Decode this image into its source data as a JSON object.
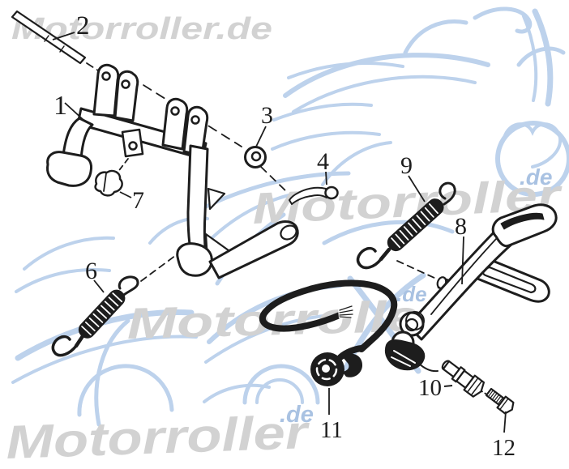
{
  "watermarks": {
    "top_full": "Motorroller.de",
    "brand": "Motorroller",
    "domain": ".de"
  },
  "colors": {
    "line": "#1d1d1d",
    "watermark_gray": "#d2d2d2",
    "watermark_blue": "#a9c2e2",
    "sketch_blue": "#bdd2ec"
  },
  "callouts": {
    "c1": "1",
    "c2": "2",
    "c3": "3",
    "c4": "4",
    "c6": "6",
    "c7": "7",
    "c8": "8",
    "c9": "9",
    "c10": "10",
    "c11": "11",
    "c12": "12"
  }
}
